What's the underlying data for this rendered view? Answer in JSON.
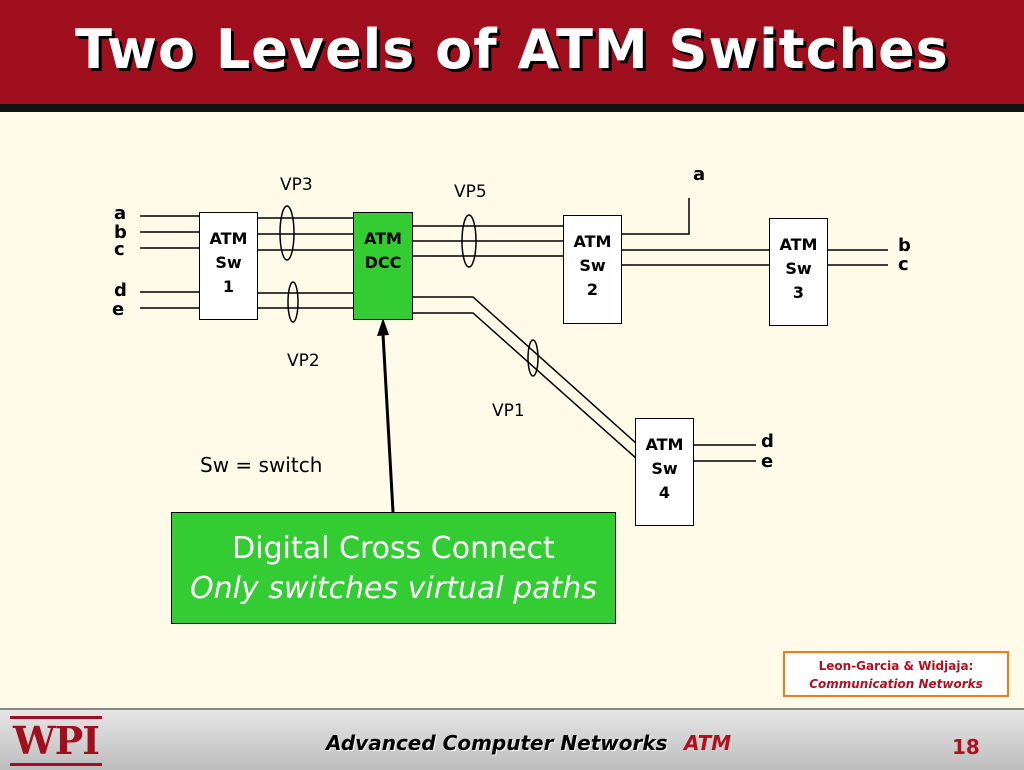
{
  "slide": {
    "title": "Two Levels of ATM Switches",
    "page_number": "18"
  },
  "inputs_left": {
    "a": "a",
    "b": "b",
    "c": "c",
    "d": "d",
    "e": "e"
  },
  "switches": {
    "sw1": {
      "line1": "ATM",
      "line2": "Sw",
      "line3": "1"
    },
    "dcc": {
      "line1": "ATM",
      "line2": "DCC"
    },
    "sw2": {
      "line1": "ATM",
      "line2": "Sw",
      "line3": "2"
    },
    "sw3": {
      "line1": "ATM",
      "line2": "Sw",
      "line3": "3"
    },
    "sw4": {
      "line1": "ATM",
      "line2": "Sw",
      "line3": "4"
    }
  },
  "virtual_paths": {
    "vp1": "VP1",
    "vp2": "VP2",
    "vp3": "VP3",
    "vp5": "VP5"
  },
  "outputs": {
    "sw2_a": "a",
    "sw3_b": "b",
    "sw3_c": "c",
    "sw4_d": "d",
    "sw4_e": "e"
  },
  "legend": "Sw = switch",
  "callout": {
    "line1": "Digital Cross Connect",
    "line2": "Only switches virtual paths"
  },
  "credit": {
    "line1": "Leon-Garcia & Widjaja:",
    "line2": "Communication Networks"
  },
  "footer": {
    "logo": "WPI",
    "course": "Advanced Computer Networks",
    "topic": "ATM"
  },
  "colors": {
    "title_bar": "#a00f1e",
    "dcc_green": "#33cc33",
    "credit_border": "#f07b1a",
    "accent_red": "#b01020"
  }
}
